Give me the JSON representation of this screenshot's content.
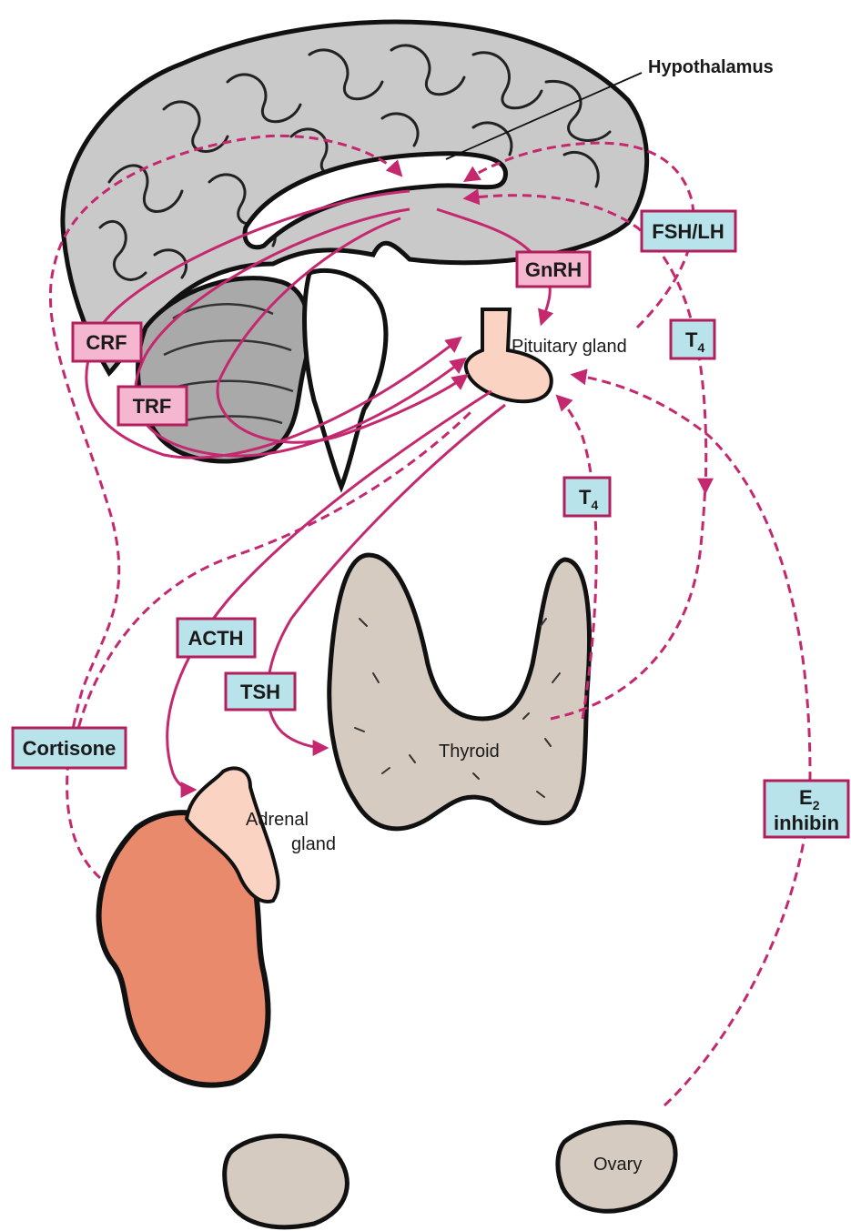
{
  "colors": {
    "arrow": "#c4286e",
    "brain": "#c9c9c9",
    "cerebellum": "#a9a9a9",
    "gland_pink": "#fbd3c3",
    "thyroid": "#d5cbc1",
    "kidney": "#e98a6c",
    "box_pink": "#f5b7cf",
    "box_cyan": "#b8e3ea",
    "box_border": "#b21f5c"
  },
  "labels": {
    "hypothalamus": "Hypothalamus",
    "pituitary": "Pituitary gland",
    "thyroid": "Thyroid",
    "adrenal_line1": "Adrenal",
    "adrenal_line2": "gland",
    "ovary": "Ovary"
  },
  "hormones": {
    "crf": "CRF",
    "trf": "TRF",
    "gnrh": "GnRH",
    "fsh_lh": "FSH/LH",
    "t4_main": "T",
    "t4_sub": "4",
    "t4b_main": "T",
    "t4b_sub": "4",
    "acth": "ACTH",
    "tsh": "TSH",
    "cortisone": "Cortisone",
    "e2_main": "E",
    "e2_sub": "2",
    "inhibin": "inhibin"
  }
}
